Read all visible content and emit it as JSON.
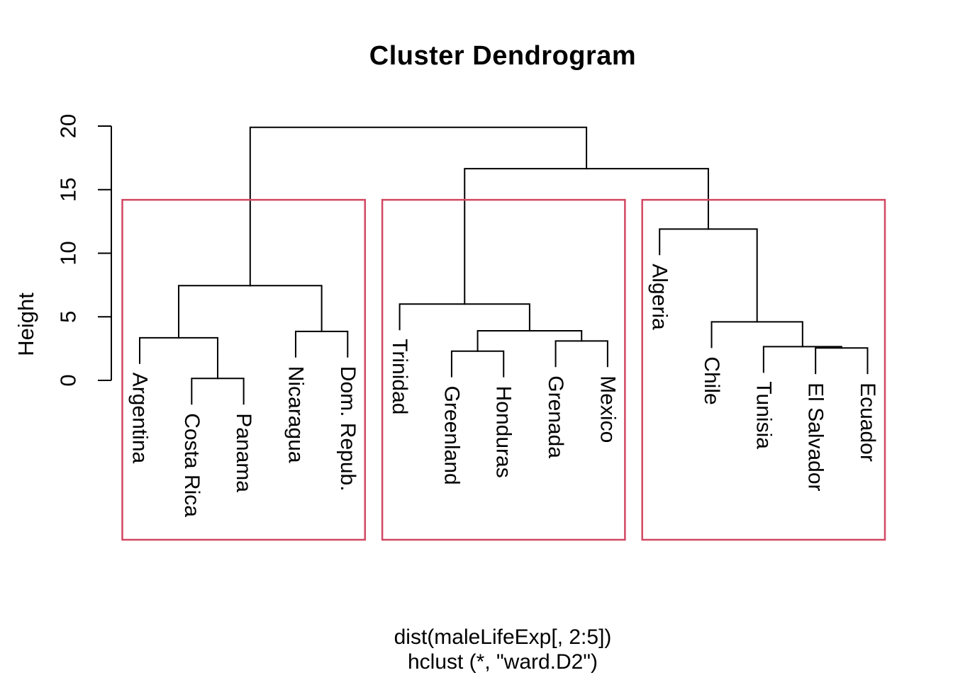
{
  "title": "Cluster Dendrogram",
  "y_axis": {
    "label": "Height",
    "ticks": [
      0,
      5,
      10,
      15,
      20
    ]
  },
  "caption": {
    "line1": "dist(maleLifeExp[, 2:5])",
    "line2": "hclust (*, \"ward.D2\")"
  },
  "colors": {
    "line": "#000000",
    "cluster_box": "#d24762",
    "background": "#ffffff"
  },
  "chart_data": {
    "type": "dendrogram",
    "title": "Cluster Dendrogram",
    "ylabel": "Height",
    "ylim": [
      0,
      20
    ],
    "grid": false,
    "leaves": [
      "Argentina",
      "Costa Rica",
      "Panama",
      "Nicaragua",
      "Dom. Repub.",
      "Trinidad",
      "Greenland",
      "Honduras",
      "Grenada",
      "Mexico",
      "Algeria",
      "Chile",
      "Tunisia",
      "El Salvador",
      "Ecuador"
    ],
    "merges": [
      [
        -2,
        -3,
        0.15
      ],
      [
        -1,
        1,
        3.35
      ],
      [
        -4,
        -5,
        3.85
      ],
      [
        2,
        3,
        7.45
      ],
      [
        -7,
        -8,
        2.3
      ],
      [
        -9,
        -10,
        3.1
      ],
      [
        5,
        6,
        3.9
      ],
      [
        -6,
        7,
        6.0
      ],
      [
        -14,
        -15,
        2.55
      ],
      [
        -13,
        9,
        2.65
      ],
      [
        -12,
        10,
        4.6
      ],
      [
        -11,
        11,
        11.9
      ],
      [
        8,
        12,
        16.65
      ],
      [
        4,
        13,
        19.9
      ]
    ],
    "hang": 2.0,
    "cluster_boxes": {
      "cut_height": 14.2,
      "groups": [
        {
          "from": 1,
          "to": 5
        },
        {
          "from": 6,
          "to": 10
        },
        {
          "from": 11,
          "to": 15
        }
      ]
    }
  }
}
